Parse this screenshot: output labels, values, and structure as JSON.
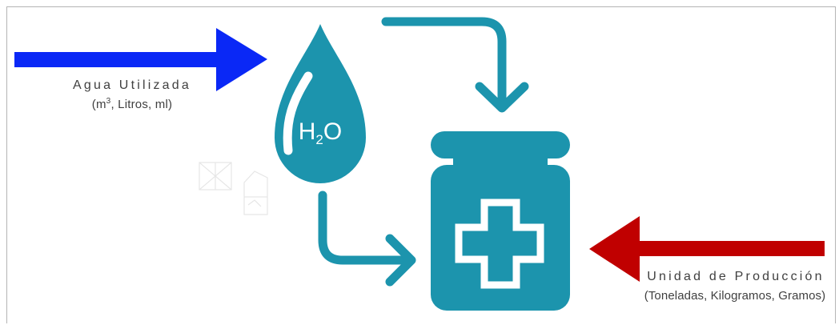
{
  "diagram": {
    "water_input": {
      "title": "Agua Utilizada",
      "units_prefix": "(m",
      "units_sup": "3",
      "units_suffix": ", Litros, ml)"
    },
    "production_input": {
      "title": "Unidad de Producción",
      "units": "(Toneladas, Kilogramos, Gramos)"
    },
    "drop_label": {
      "main": "H",
      "sub": "2",
      "tail": "O"
    }
  },
  "colors": {
    "water_arrow": "#0a28f6",
    "production_arrow": "#c00000",
    "teal": "#1c94ad",
    "text": "#404040"
  },
  "icons": [
    "water-drop-icon",
    "product-jar-icon",
    "medical-cross-icon",
    "flow-arrow-icon",
    "watermark-icon"
  ]
}
